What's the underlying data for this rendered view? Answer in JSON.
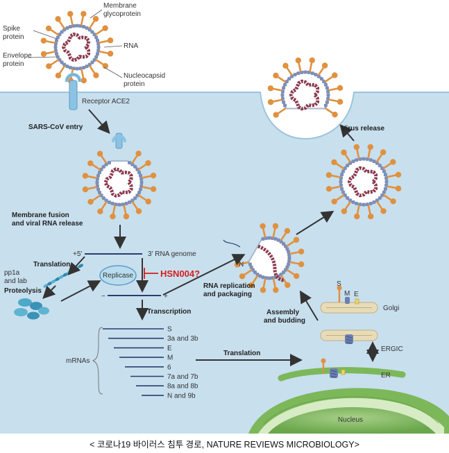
{
  "labels": {
    "membrane_glycoprotein_1": "Membrane",
    "membrane_glycoprotein_2": "glycoprotein",
    "spike_protein_1": "Spike",
    "spike_protein_2": "protein",
    "envelope_protein_1": "Envelope",
    "envelope_protein_2": "protein",
    "rna": "RNA",
    "nucleocapsid_1": "Nucleocapsid",
    "nucleocapsid_2": "protein",
    "receptor": "Receptor ACE2",
    "entry": "SARS-CoV entry",
    "fusion_1": "Membrane fusion",
    "fusion_2": "and viral RNA release",
    "plus5": "+5'",
    "genome": "3' RNA genome",
    "translation_left": "Translation",
    "pp1a_1": "pp1a",
    "pp1a_2": "and lab",
    "proteolysis": "Proteolysis",
    "replicase": "Replicase",
    "hsn": "HSN004?",
    "minus": "−",
    "plus": "+",
    "transcription": "Transcription",
    "mrnas": "mRNAs",
    "translation_mid": "Translation",
    "rna_rep_1": "RNA replication",
    "rna_rep_2": "and packaging",
    "n_label": "N",
    "assembly_1": "Assembly",
    "assembly_2": "and budding",
    "virus_release": "Virus release",
    "golgi": "Golgi",
    "ergic": "ERGIC",
    "er": "ER",
    "nucleus": "Nucleus",
    "s": "S",
    "m": "M",
    "e": "E"
  },
  "mrna_list": [
    "S",
    "3a and 3b",
    "E",
    "M",
    "6",
    "7a and 7b",
    "8a and 8b",
    "N and 9b"
  ],
  "caption": "< 코로나19 바이러스 침투 경로, NATURE REVIEWS MICROBIOLOGY>",
  "colors": {
    "cell_bg": "#c8dfee",
    "spike": "#e0913f",
    "rna": "#8b3a50",
    "envelope": "#7d8fb8",
    "er_green": "#7cb85a",
    "golgi": "#e8dcb8",
    "inhibitor": "#d81c1c"
  }
}
